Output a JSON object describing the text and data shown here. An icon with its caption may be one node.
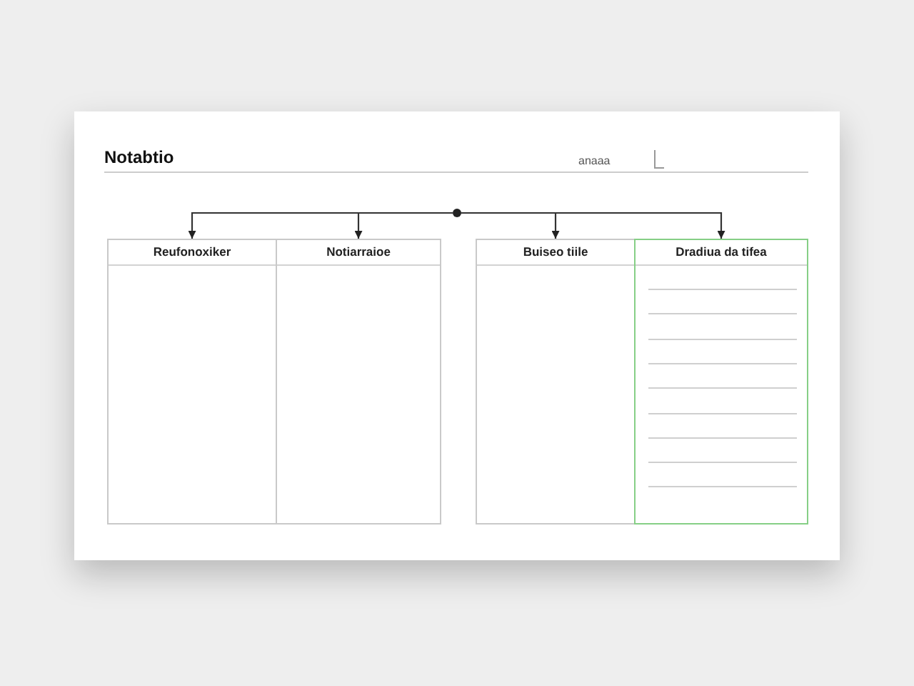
{
  "diagram": {
    "title": "Notabtio",
    "nodes": [
      {
        "text": [],
        "shape": "circle"
      },
      {
        "text": [
          "Reufonoxiker"
        ]
      },
      {
        "text": [
          "Notiarraioe"
        ]
      },
      {
        "text": [
          "Buiseo tiile"
        ]
      },
      {
        "text": [
          "Dradiua da tifea"
        ]
      }
    ],
    "edges": [
      {
        "from": 0,
        "to": 1,
        "arrow": "to"
      },
      {
        "from": 0,
        "to": 2,
        "arrow": "to"
      },
      {
        "from": 0,
        "to": 3,
        "arrow": "to"
      },
      {
        "from": 0,
        "to": 4,
        "arrow": "to"
      }
    ],
    "labels": [
      "anaaa"
    ]
  }
}
